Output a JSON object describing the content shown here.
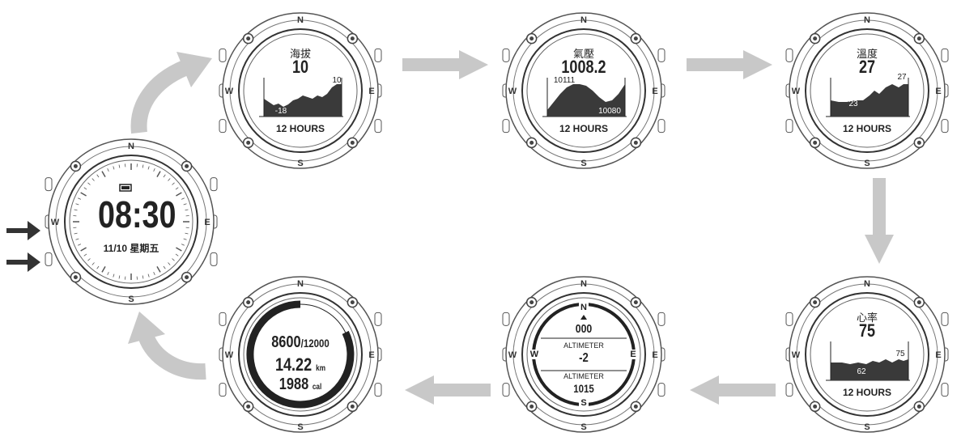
{
  "watch_labels": {
    "north": "N",
    "south": "S",
    "west": "W",
    "east": "E"
  },
  "home": {
    "time": "08:30",
    "date": "11/10 星期五"
  },
  "altitude": {
    "title": "海拔",
    "value": "10",
    "max_label": "10",
    "min_label": "-18",
    "footer": "12 HOURS"
  },
  "pressure": {
    "title": "氣壓",
    "value": "1008.2",
    "max_label": "10111",
    "min_label": "10080",
    "footer": "12 HOURS"
  },
  "temperature": {
    "title": "溫度",
    "value": "27",
    "max_label": "27",
    "min_label": "23",
    "footer": "12 HOURS"
  },
  "heart_rate": {
    "title": "心率",
    "value": "75",
    "max_label": "75",
    "min_label": "62",
    "footer": "12 HOURS"
  },
  "compass": {
    "heading": "000",
    "label1": "ALTIMETER",
    "value1": "-2",
    "label2": "ALTIMETER",
    "value2": "1015"
  },
  "activity": {
    "steps": "8600",
    "steps_goal": "/12000",
    "distance": "14.22",
    "distance_unit": "km",
    "calories": "1988",
    "calories_unit": "cal"
  },
  "colors": {
    "arrow": "#c8c8c8",
    "input_arrow": "#333333",
    "graph_fill": "#3a3a3a",
    "bezel": "#555555"
  }
}
